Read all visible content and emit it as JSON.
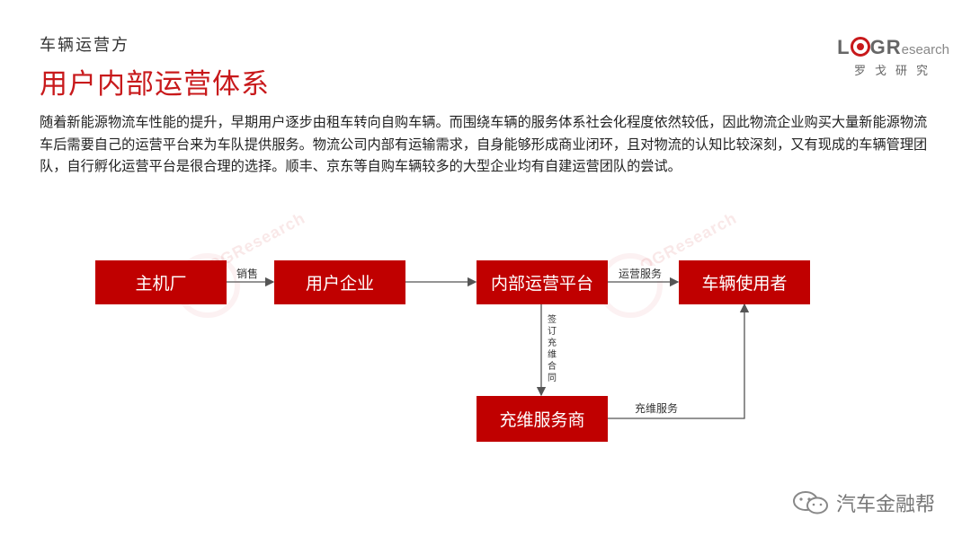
{
  "header": {
    "section": "车辆运营方",
    "title": "用户内部运营体系"
  },
  "logo": {
    "letter_l": "L",
    "letters_gr": "G",
    "letter_r": "R",
    "suffix": "esearch",
    "cn_name": "罗戈研究"
  },
  "body_text": "随着新能源物流车性能的提升，早期用户逐步由租车转向自购车辆。而围绕车辆的服务体系社会化程度依然较低，因此物流企业购买大量新能源物流车后需要自己的运营平台来为车队提供服务。物流公司内部有运输需求，自身能够形成商业闭环，且对物流的认知比较深刻，又有现成的车辆管理团队，自行孵化运营平台是很合理的选择。顺丰、京东等自购车辆较多的大型企业均有自建运营团队的尝试。",
  "diagram": {
    "nodes": {
      "oem": "主机厂",
      "user_enterprise": "用户企业",
      "internal_platform": "内部运营平台",
      "vehicle_user": "车辆使用者",
      "service_provider": "充维服务商"
    },
    "edges": {
      "sales": "销售",
      "ops_service": "运营服务",
      "sign_contract": "签订充维合同",
      "charging_service": "充维服务"
    }
  },
  "watermark": "LOGResearch",
  "footer": {
    "brand": "汽车金融帮"
  },
  "colors": {
    "brand_red": "#c8191b",
    "box_red": "#c00000",
    "arrow": "#555555"
  }
}
